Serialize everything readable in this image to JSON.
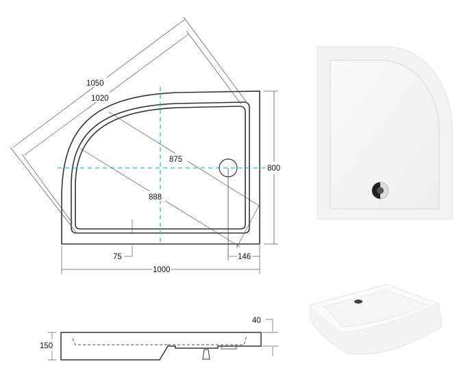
{
  "diagram": {
    "type": "technical-drawing",
    "subject": "quarter-round shower tray (left-hand)",
    "units": "mm",
    "plan_view": {
      "dimensions": {
        "diagonal_outer": "1050",
        "diagonal_inner": "1020",
        "inner_diagonal_a": "875",
        "inner_diagonal_b": "888",
        "height": "800",
        "width": "1000",
        "rim_width": "75",
        "drain_offset": "146"
      }
    },
    "side_view": {
      "dimensions": {
        "total_height": "150",
        "rim_height": "40"
      }
    },
    "photos": {
      "top_view_label": "top-view product photo",
      "perspective_view_label": "perspective product photo"
    },
    "colors": {
      "line": "#333333",
      "thin_line": "#555555",
      "centerline": "#29b6e6",
      "text": "#111111"
    }
  }
}
